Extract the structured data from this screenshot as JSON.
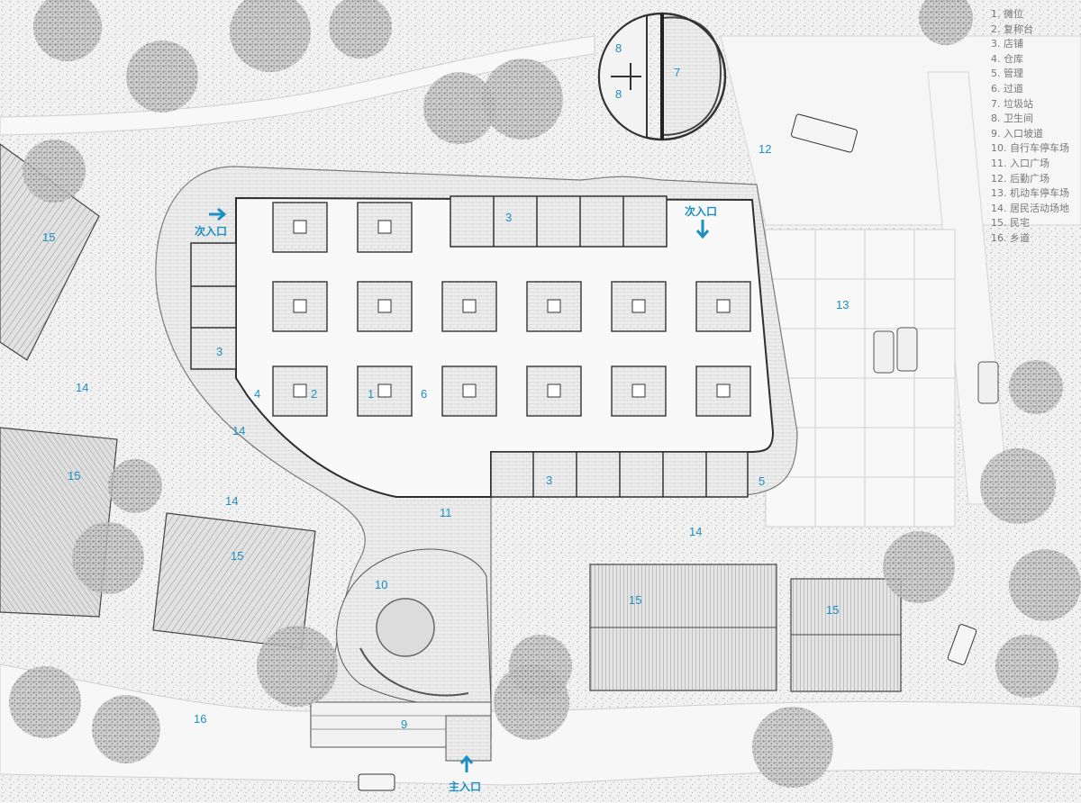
{
  "legend": [
    "1. 摊位",
    "2. 复称台",
    "3. 店铺",
    "4. 仓库",
    "5. 管理",
    "6. 过道",
    "7. 垃圾站",
    "8. 卫生间",
    "9. 入口坡道",
    "10. 自行车停车场",
    "11. 入口广场",
    "12. 后勤广场",
    "13. 机动车停车场",
    "14. 居民活动场地",
    "15. 民宅",
    "16. 乡道"
  ],
  "entries": {
    "secondary": "次入口",
    "main": "主入口"
  },
  "labels": {
    "n1": "1",
    "n2": "2",
    "n3": "3",
    "n4": "4",
    "n5": "5",
    "n6": "6",
    "n7": "7",
    "n8": "8",
    "n9": "9",
    "n10": "10",
    "n11": "11",
    "n12": "12",
    "n13": "13",
    "n14": "14",
    "n15": "15",
    "n16": "16"
  },
  "colors": {
    "label": "#1d8fc2",
    "wall": "#333333",
    "paving": "#e8e8e8",
    "roof": "#dcdcdc",
    "tree": "#8a8a8a"
  }
}
